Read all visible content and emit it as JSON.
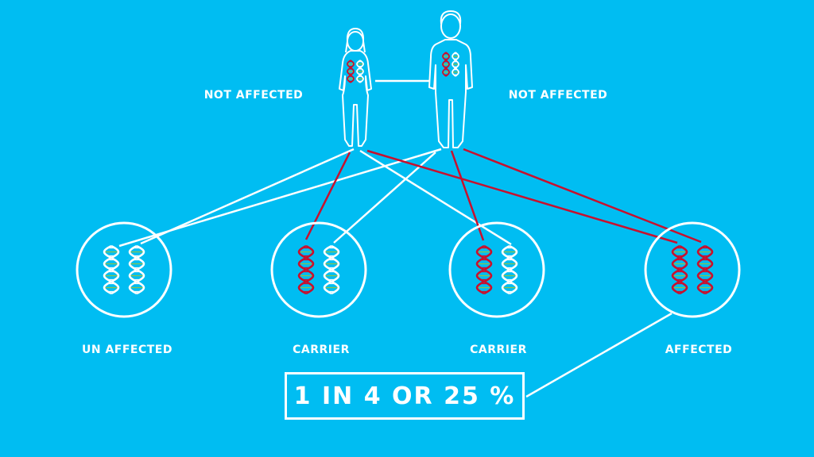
{
  "colors": {
    "background": "#00BDF2",
    "outline": "#FFFFFF",
    "affected_gene": "#C8102E",
    "gene_accent": "#8BC34A"
  },
  "parents": [
    {
      "figure": "female",
      "label": "NOT AFFECTED",
      "genes": [
        "affected",
        "normal"
      ]
    },
    {
      "figure": "male",
      "label": "NOT AFFECTED",
      "genes": [
        "affected",
        "normal"
      ]
    }
  ],
  "offspring": [
    {
      "label": "UN AFFECTED",
      "genes": [
        "normal",
        "normal"
      ]
    },
    {
      "label": "CARRIER",
      "genes": [
        "affected",
        "normal"
      ]
    },
    {
      "label": "CARRIER",
      "genes": [
        "affected",
        "normal"
      ]
    },
    {
      "label": "AFFECTED",
      "genes": [
        "affected",
        "affected"
      ]
    }
  ],
  "result": {
    "text": "1 IN 4 OR 25 %"
  }
}
